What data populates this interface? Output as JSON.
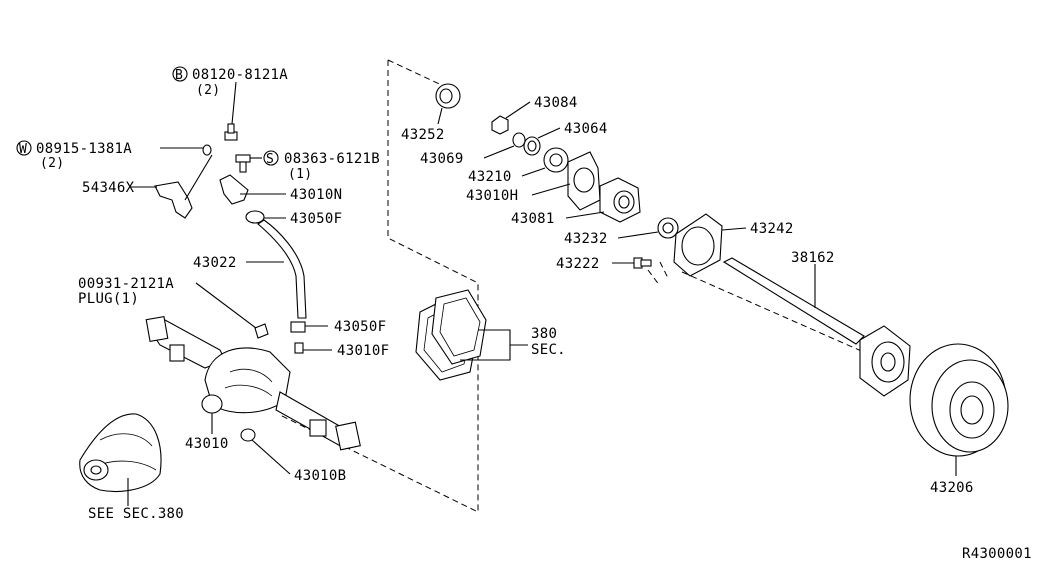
{
  "callouts": {
    "bolt_b": {
      "marker": "B",
      "number": "08120-8121A",
      "qty": "(2)"
    },
    "washer_w": {
      "marker": "W",
      "number": "08915-1381A",
      "qty": "(2)"
    },
    "screw_s": {
      "marker": "S",
      "number": "08363-6121B",
      "qty": "(1)"
    },
    "bracket": "54346X",
    "vent_top": "43010N",
    "clip_top": "43050F",
    "hose": "43022",
    "plug": {
      "number": "00931-2121A",
      "name": "PLUG(1)"
    },
    "clip_bottom": "43050F",
    "vent_bottom": "43010F",
    "axle_housing": "43010",
    "drain": "43010B",
    "see_sec": "SEE SEC.380",
    "sec_ref": {
      "line1": "380",
      "line2": "SEC."
    },
    "seal_outer": "43252",
    "nut": "43084",
    "washer": "43064",
    "spacer": "43069",
    "bearing": "43210",
    "bearing_cage": "43010H",
    "baffle": "43081",
    "oil_seal": "43232",
    "gasket_plate": "43242",
    "bolt": "43222",
    "axle_shaft": "38162",
    "brake_drum": "43206",
    "diagram_code": "R4300001"
  }
}
